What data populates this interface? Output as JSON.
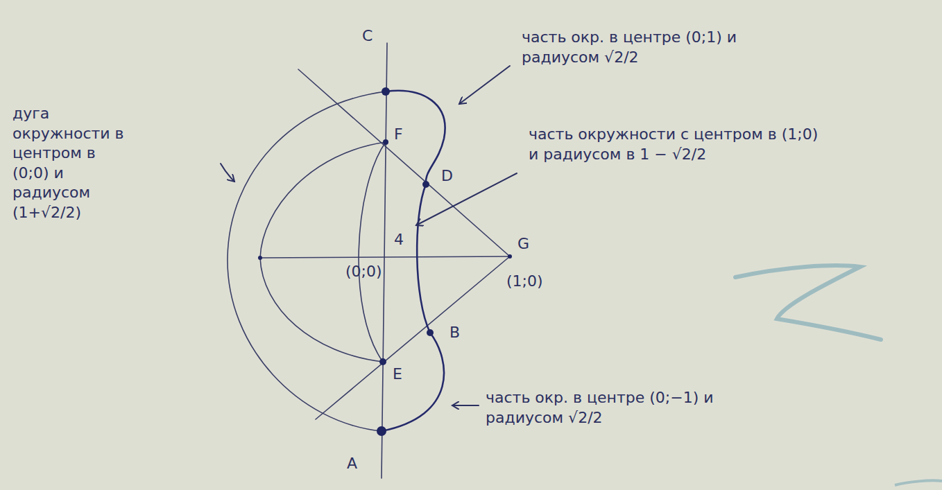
{
  "diagram": {
    "labels": [
      "C",
      "часть окр. в центре (0;1) и радиусом √2/2",
      "дуга окружности в центром в (0;0) и радиусом (1+√2/2)",
      "F",
      "D",
      "G",
      "(1;0)",
      "(0;0)",
      "4",
      "часть окружности с центром в (1;0) и радиусом в 1 − √2/2",
      "B",
      "E",
      "A",
      "часть окр. в центре (0;−1) и радиусом √2/2"
    ]
  }
}
